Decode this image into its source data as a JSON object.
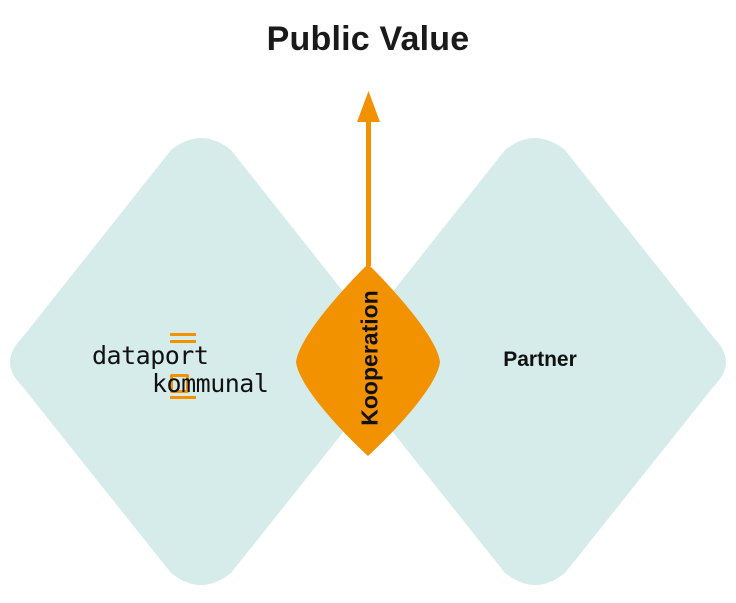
{
  "diagram": {
    "title": "Public Value",
    "arrow": {
      "name": "upward-arrow",
      "color": "#f39200",
      "direction": "up"
    },
    "left_circle": {
      "label": "dataport kommunal",
      "logo": {
        "line1": "dataport",
        "line2": "kommunal",
        "accent_color": "#f39200",
        "text_color": "#111111"
      },
      "fill": "#d6ecea"
    },
    "right_circle": {
      "label": "Partner",
      "fill": "#d6ecea"
    },
    "intersection": {
      "label": "Kooperation",
      "fill": "#f39200",
      "text_color": "#111111"
    },
    "colors": {
      "teal": "#d6ecea",
      "orange": "#f39200",
      "text": "#111111",
      "background": "#ffffff"
    }
  }
}
